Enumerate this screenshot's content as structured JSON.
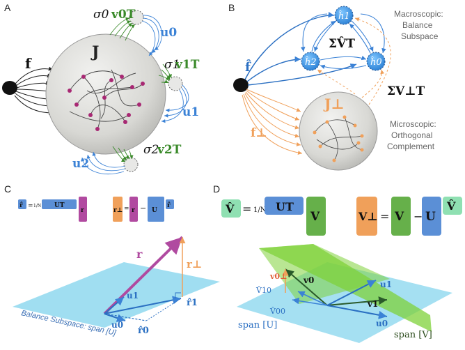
{
  "panels": {
    "a": {
      "letter": "A",
      "matrix": "J",
      "input": "f",
      "sigma0": "σ0",
      "v0T": "v0T",
      "sigma1": "σ1",
      "v1T": "v1T",
      "sigma2": "σ2",
      "v2T": "v2T",
      "u0": "u0",
      "u1": "u1",
      "u2": "u2"
    },
    "b": {
      "letter": "B",
      "fhat": "f̂",
      "h1": "ĥ1",
      "h2": "ĥ2",
      "h0": "ĥ0",
      "sigma_vhat": "ΣV̂T",
      "sigma_vperp": "ΣV⊥T",
      "jperp": "J⊥",
      "fperp": "f⊥",
      "macro_label": [
        "Macroscopic:",
        "Balance",
        "Subspace"
      ],
      "micro_label": [
        "Microscopic:",
        "Orthogonal",
        "Complement"
      ]
    },
    "c": {
      "letter": "C",
      "eq1_lhs": "r̂",
      "eq1_frac": "1/N",
      "eq1_U": "UT",
      "eq1_r": "r",
      "eq2_lhs": "r⊥",
      "eq2_r": "r",
      "eq2_U": "U",
      "eq2_rhat": "r̂",
      "vec_r": "r",
      "vec_rperp": "r⊥",
      "vec_u1": "u1",
      "vec_u0": "u0",
      "vec_r1": "r̂1",
      "vec_r0": "r̂0",
      "plane_label": "Balance Subspace: span [U]"
    },
    "d": {
      "letter": "D",
      "eq1_lhs": "V̂",
      "eq1_frac": "1/N",
      "eq1_U": "UT",
      "eq1_V": "V",
      "eq2_lhs": "V⊥",
      "eq2_V": "V",
      "eq2_U": "U",
      "eq2_vhat": "V̂",
      "vperp0": "v0⊥",
      "v0": "v0",
      "v10": "V̂10",
      "v00": "V̂00",
      "u1": "u1",
      "v1": "v1",
      "u0": "u0",
      "span_u": "span [U]",
      "span_v": "span [V]"
    }
  },
  "colors": {
    "green": "#3a8a2a",
    "blue": "#3b82d6",
    "orange": "#f0a05a",
    "purple": "#b04aa0",
    "sphere": "#dcdcd8",
    "plane": "#8fd8ef",
    "plane_green": "#7fd13a"
  }
}
